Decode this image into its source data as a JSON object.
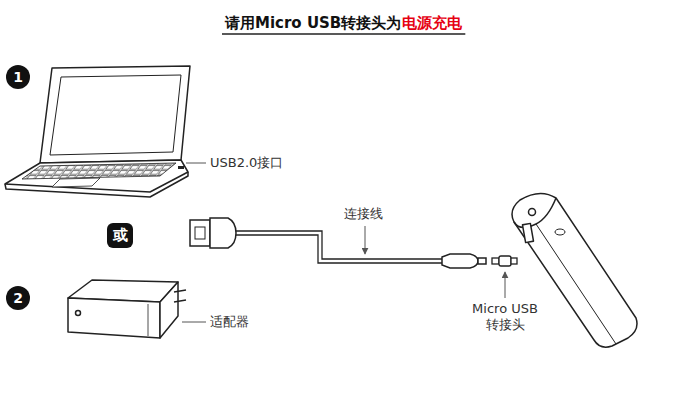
{
  "diagram": {
    "title": "请用Micro USB转接头为",
    "nodes": [
      {
        "text": [
          "1"
        ]
      },
      {
        "text": [
          "或"
        ]
      },
      {
        "text": [
          "2"
        ]
      }
    ],
    "edges": [],
    "labels": [
      "电源充电",
      "USB2.0接口",
      "连接线",
      "Micro USB 转接头",
      "适配器"
    ]
  }
}
